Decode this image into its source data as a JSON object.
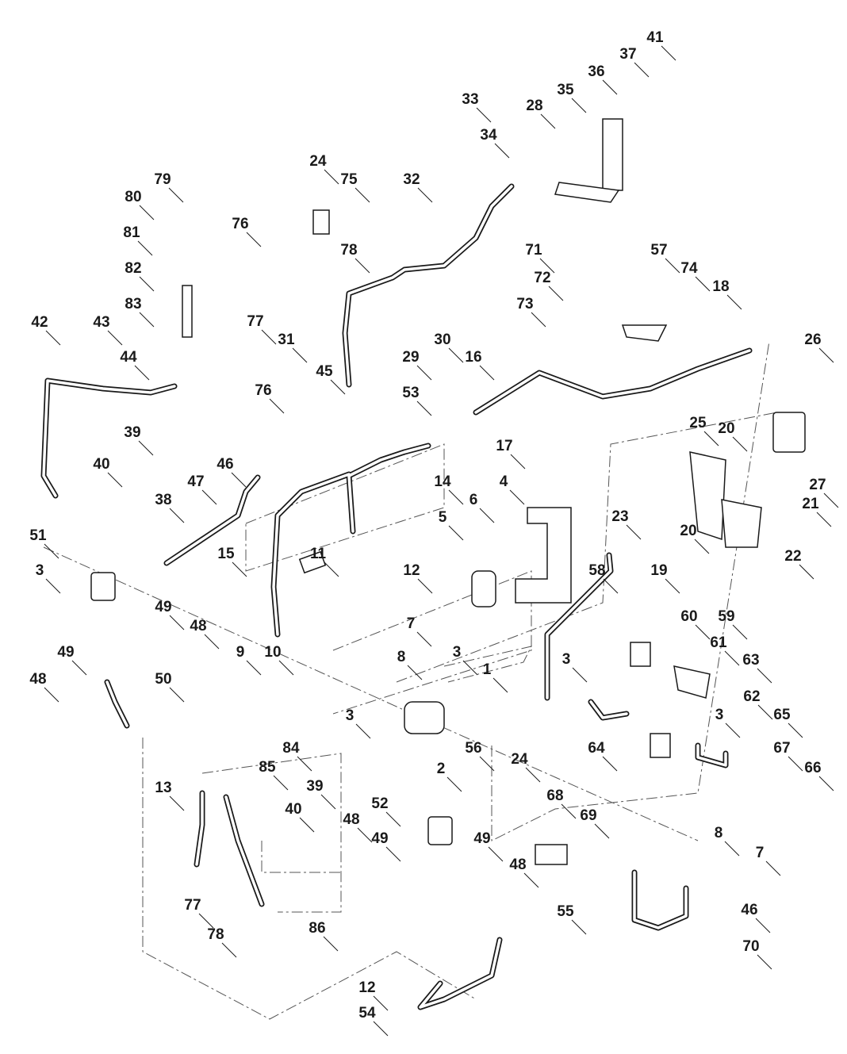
{
  "diagram": {
    "type": "exploded-parts-diagram",
    "colors": {
      "line": "#1a1a1a",
      "phantom": "#555555",
      "background": "#ffffff"
    },
    "callouts": [
      "41",
      "37",
      "36",
      "35",
      "33",
      "28",
      "34",
      "24",
      "75",
      "32",
      "79",
      "80",
      "76",
      "78",
      "81",
      "71",
      "57",
      "82",
      "74",
      "72",
      "77",
      "83",
      "73",
      "18",
      "31",
      "30",
      "42",
      "43",
      "44",
      "29",
      "16",
      "26",
      "45",
      "76",
      "53",
      "25",
      "20",
      "17",
      "39",
      "40",
      "46",
      "14",
      "4",
      "27",
      "21",
      "38",
      "47",
      "6",
      "23",
      "20",
      "22",
      "5",
      "51",
      "15",
      "11",
      "12",
      "19",
      "58",
      "3",
      "49",
      "48",
      "60",
      "59",
      "7",
      "3",
      "61",
      "9",
      "10",
      "8",
      "3",
      "49",
      "48",
      "63",
      "50",
      "1",
      "62",
      "3",
      "3",
      "65",
      "84",
      "2",
      "64",
      "24",
      "56",
      "67",
      "66",
      "85",
      "39",
      "13",
      "40",
      "68",
      "69",
      "52",
      "48",
      "49",
      "8",
      "7",
      "49",
      "48",
      "55",
      "46",
      "77",
      "78",
      "86",
      "70",
      "12",
      "54"
    ]
  }
}
